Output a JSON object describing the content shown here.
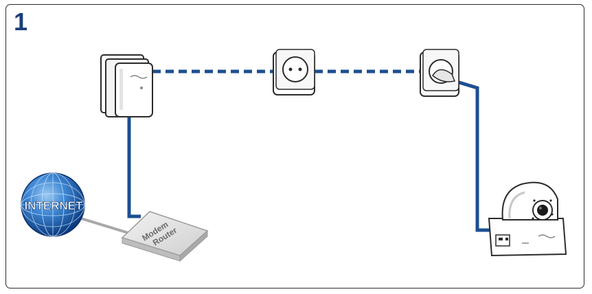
{
  "figure": {
    "step_number": "1",
    "globe_label": "INTERNET",
    "router_label_line1": "Modem",
    "router_label_line2": "Router"
  },
  "colors": {
    "cable_blue": "#1d4f91",
    "step_blue": "#1a3f7a",
    "globe_dark": "#0d3f86",
    "globe_light": "#4f9be0",
    "device_outline": "#2b2b2b",
    "device_gray": "#d6d6d6"
  },
  "icons": [
    "powerline-adapter-icon",
    "wall-socket-icon",
    "plugged-socket-icon",
    "internet-globe-icon",
    "modem-router-icon",
    "ip-camera-icon"
  ]
}
